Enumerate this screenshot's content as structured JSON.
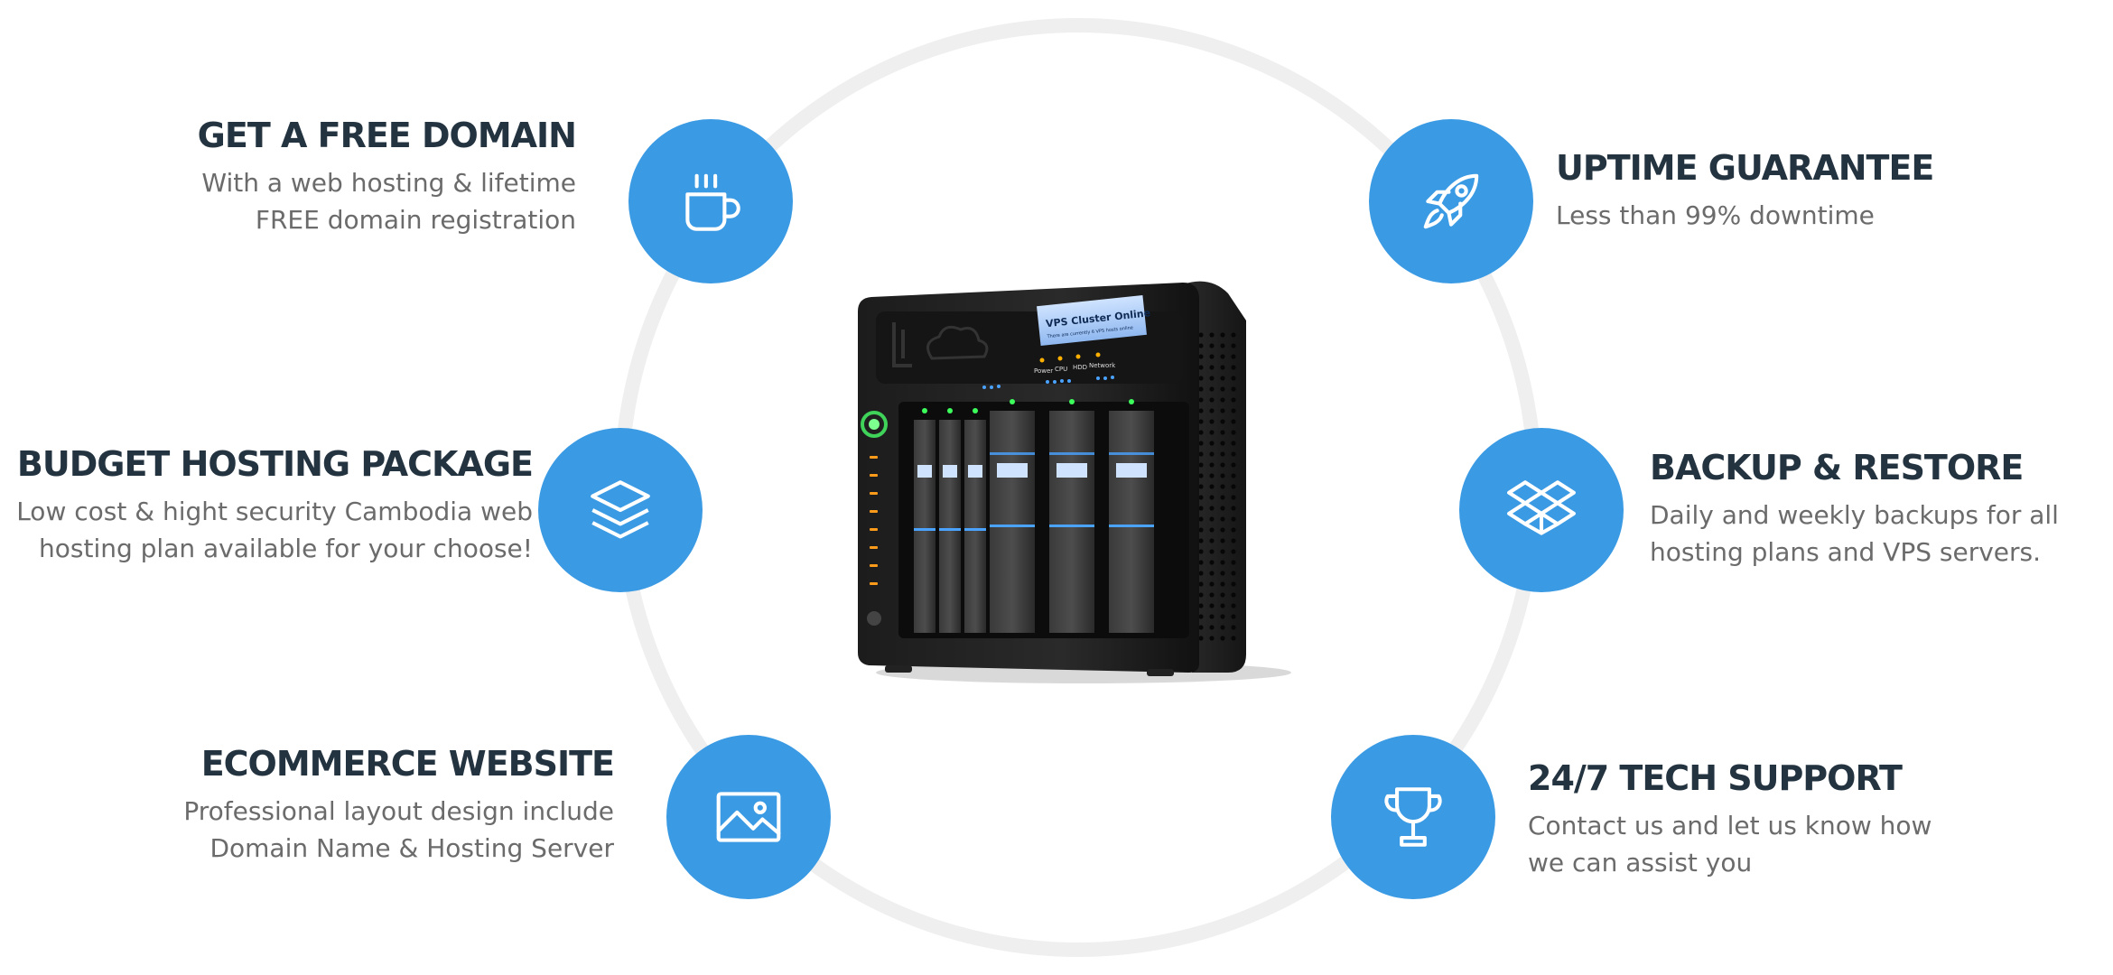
{
  "features": {
    "free_domain": {
      "title": "GET A FREE DOMAIN",
      "line1": "With a web hosting & lifetime",
      "line2": "FREE domain registration",
      "icon": "coffee-cup-icon"
    },
    "budget_hosting": {
      "title": "BUDGET HOSTING PACKAGE",
      "line1": "Low cost & hight security Cambodia web",
      "line2": "hosting plan available for your choose!",
      "icon": "layers-icon"
    },
    "ecommerce": {
      "title": "ECOMMERCE WEBSITE",
      "line1": "Professional layout design include",
      "line2": "Domain Name & Hosting Server",
      "icon": "image-icon"
    },
    "uptime": {
      "title": "UPTIME GUARANTEE",
      "line1": "Less than 99% downtime",
      "icon": "rocket-icon"
    },
    "backup": {
      "title": "BACKUP & RESTORE",
      "line1": "Daily and weekly backups for all",
      "line2": "hosting plans and VPS servers.",
      "icon": "dropbox-icon"
    },
    "support": {
      "title": "24/7 TECH SUPPORT",
      "line1": "Contact us and let us know how",
      "line2": "we can assist you",
      "icon": "trophy-icon"
    }
  },
  "server": {
    "screen_title": "VPS Cluster Online",
    "screen_subtitle": "There are currently 6 VPS hosts online",
    "indicators": [
      "Power",
      "CPU",
      "HDD",
      "Network"
    ]
  },
  "colors": {
    "accent": "#3a9ae3",
    "heading": "#233340",
    "body_text": "#6b6b6b",
    "ring": "#efefef"
  }
}
